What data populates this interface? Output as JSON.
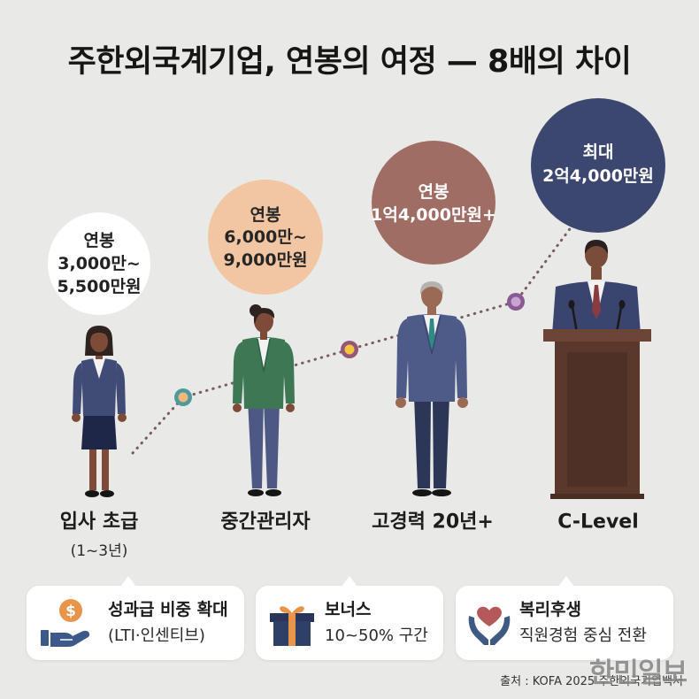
{
  "title": "주한외국계기업, 연봉의 여정 — 8배의 차이",
  "stages": [
    {
      "salary_lines": [
        "연봉",
        "3,000만~",
        "5,500만원"
      ],
      "label": "입사 초급",
      "sublabel": "(1~3년)",
      "bubble_color": "#ffffff",
      "text_color": "#222222"
    },
    {
      "salary_lines": [
        "연봉",
        "6,000만~",
        "9,000만원"
      ],
      "label": "중간관리자",
      "bubble_color": "#f2c6a2",
      "text_color": "#262626"
    },
    {
      "salary_lines": [
        "연봉",
        "1억4,000만원+"
      ],
      "label": "고경력 20년+",
      "bubble_color": "#a06d65",
      "text_color": "#ffffff"
    },
    {
      "salary_lines": [
        "최대",
        "2억4,000만원"
      ],
      "label": "C-Level",
      "bubble_color": "#3c4770",
      "text_color": "#ffffff"
    }
  ],
  "milestone_dots": [
    {
      "ring": "#4f9a9c",
      "center": "#efb87c"
    },
    {
      "ring": "#94577a",
      "center": "#f2c540"
    },
    {
      "ring": "#8a5a92",
      "center": "#c9a3d2"
    }
  ],
  "cards": [
    {
      "icon": "money-hand-icon",
      "coin_symbol": "$",
      "title": "성과급 비중 확대",
      "detail": "(LTI·인센티브)"
    },
    {
      "icon": "gift-icon",
      "title": "보너스",
      "detail": "10~50% 구간"
    },
    {
      "icon": "heart-hands-icon",
      "title": "복리후생",
      "detail": "직원경험 중심 전환"
    }
  ],
  "source": "출처 : KOFA 2025 주한외국기업백서",
  "watermark": "한민일보",
  "colors": {
    "background": "#e9e9e7",
    "path_line": "#7a5a68"
  }
}
